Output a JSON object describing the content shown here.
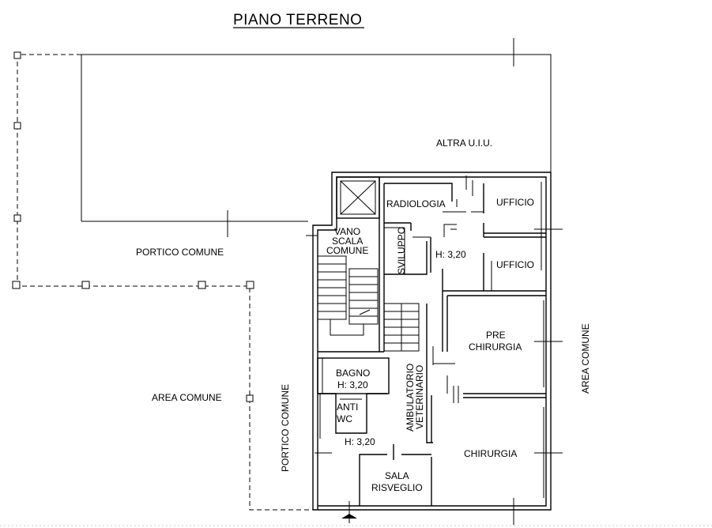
{
  "title": "PIANO  TERRENO",
  "labels": {
    "altra_uiu": "ALTRA  U.I.U.",
    "radiologia": "RADIOLOGIA",
    "ufficio_1": "UFFICIO",
    "ufficio_2": "UFFICIO",
    "vano_scala_1": "VANO",
    "vano_scala_2": "SCALA",
    "vano_scala_3": "COMUNE",
    "sviluppo": "SVILUPPO",
    "height_1": "H: 3,20",
    "portico_comune": "PORTICO COMUNE",
    "area_comune_left": "AREA COMUNE",
    "pre_chirurgia_1": "PRE",
    "pre_chirurgia_2": "CHIRURGIA",
    "area_comune_right": "AREA COMUNE",
    "bagno": "BAGNO",
    "height_bagno": "H: 3,20",
    "anti_wc_1": "ANTI",
    "anti_wc_2": "WC",
    "ambulatorio_1": "AMBULATORIO",
    "ambulatorio_2": "VETERINARIO",
    "portico_comune_vertical": "PORTICO COMUNE",
    "height_2": "H: 3,20",
    "chirurgia": "CHIRURGIA",
    "sala_risveglio_1": "SALA",
    "sala_risveglio_2": "RISVEGLIO"
  }
}
